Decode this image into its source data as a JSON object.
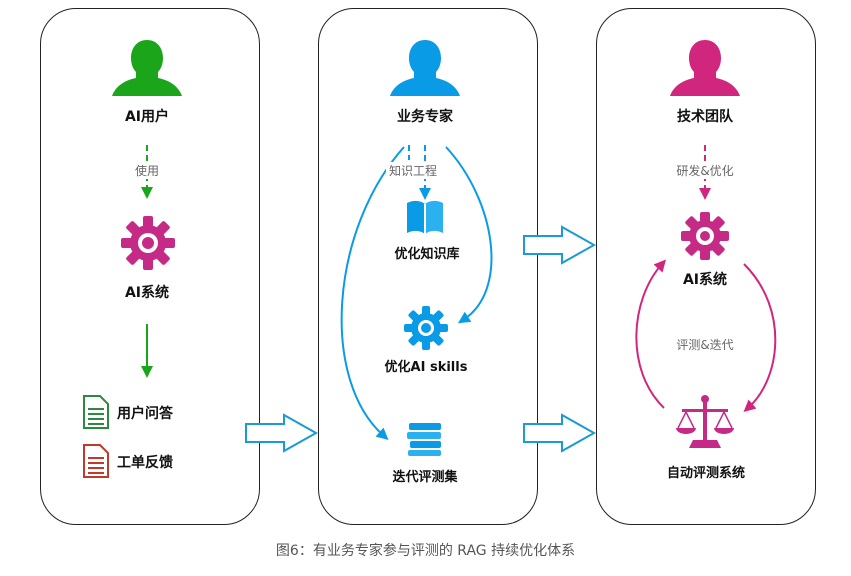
{
  "colors": {
    "user_green": "#1aa51a",
    "expert_blue": "#0a9be6",
    "tech_magenta": "#d1267e",
    "gear_magenta": "#c42a86",
    "arrow_outline": "#1a9ad6",
    "doc_green": "#2b8a3e",
    "doc_red": "#c0392b"
  },
  "left": {
    "title": "AI用户",
    "use_label": "使用",
    "system_label": "AI系统",
    "items": [
      {
        "label": "用户问答",
        "icon": "green-document-icon"
      },
      {
        "label": "工单反馈",
        "icon": "red-document-icon"
      }
    ]
  },
  "middle": {
    "title": "业务专家",
    "knowledge_label": "知识工程",
    "kb_label": "优化知识库",
    "skills_label": "优化AI skills",
    "evalset_label": "迭代评测集"
  },
  "right": {
    "title": "技术团队",
    "dev_label": "研发&优化",
    "system_label": "AI系统",
    "loop_label": "评测&迭代",
    "eval_system_label": "自动评测系统"
  },
  "caption": "图6：有业务专家参与评测的 RAG 持续优化体系"
}
